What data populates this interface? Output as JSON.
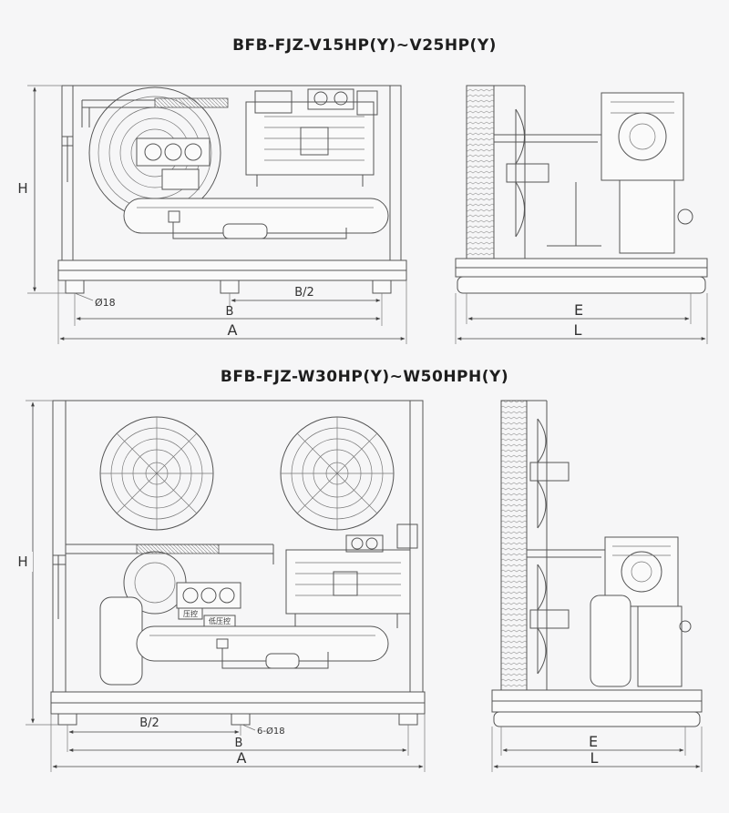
{
  "diagram1": {
    "title": "BFB-FJZ-V15HP(Y)~V25HP(Y)",
    "front": {
      "height_label": "H",
      "hole_label": "Ø18",
      "half_label": "B/2",
      "b_label": "B",
      "a_label": "A"
    },
    "side": {
      "e_label": "E",
      "l_label": "L"
    }
  },
  "diagram2": {
    "title": "BFB-FJZ-W30HP(Y)~W50HPH(Y)",
    "front": {
      "height_label": "H",
      "half_label": "B/2",
      "hole_label": "6-Ø18",
      "b_label": "B",
      "a_label": "A",
      "gauge_label_1": "压控",
      "gauge_label_2": "低压控"
    },
    "side": {
      "e_label": "E",
      "l_label": "L"
    }
  }
}
